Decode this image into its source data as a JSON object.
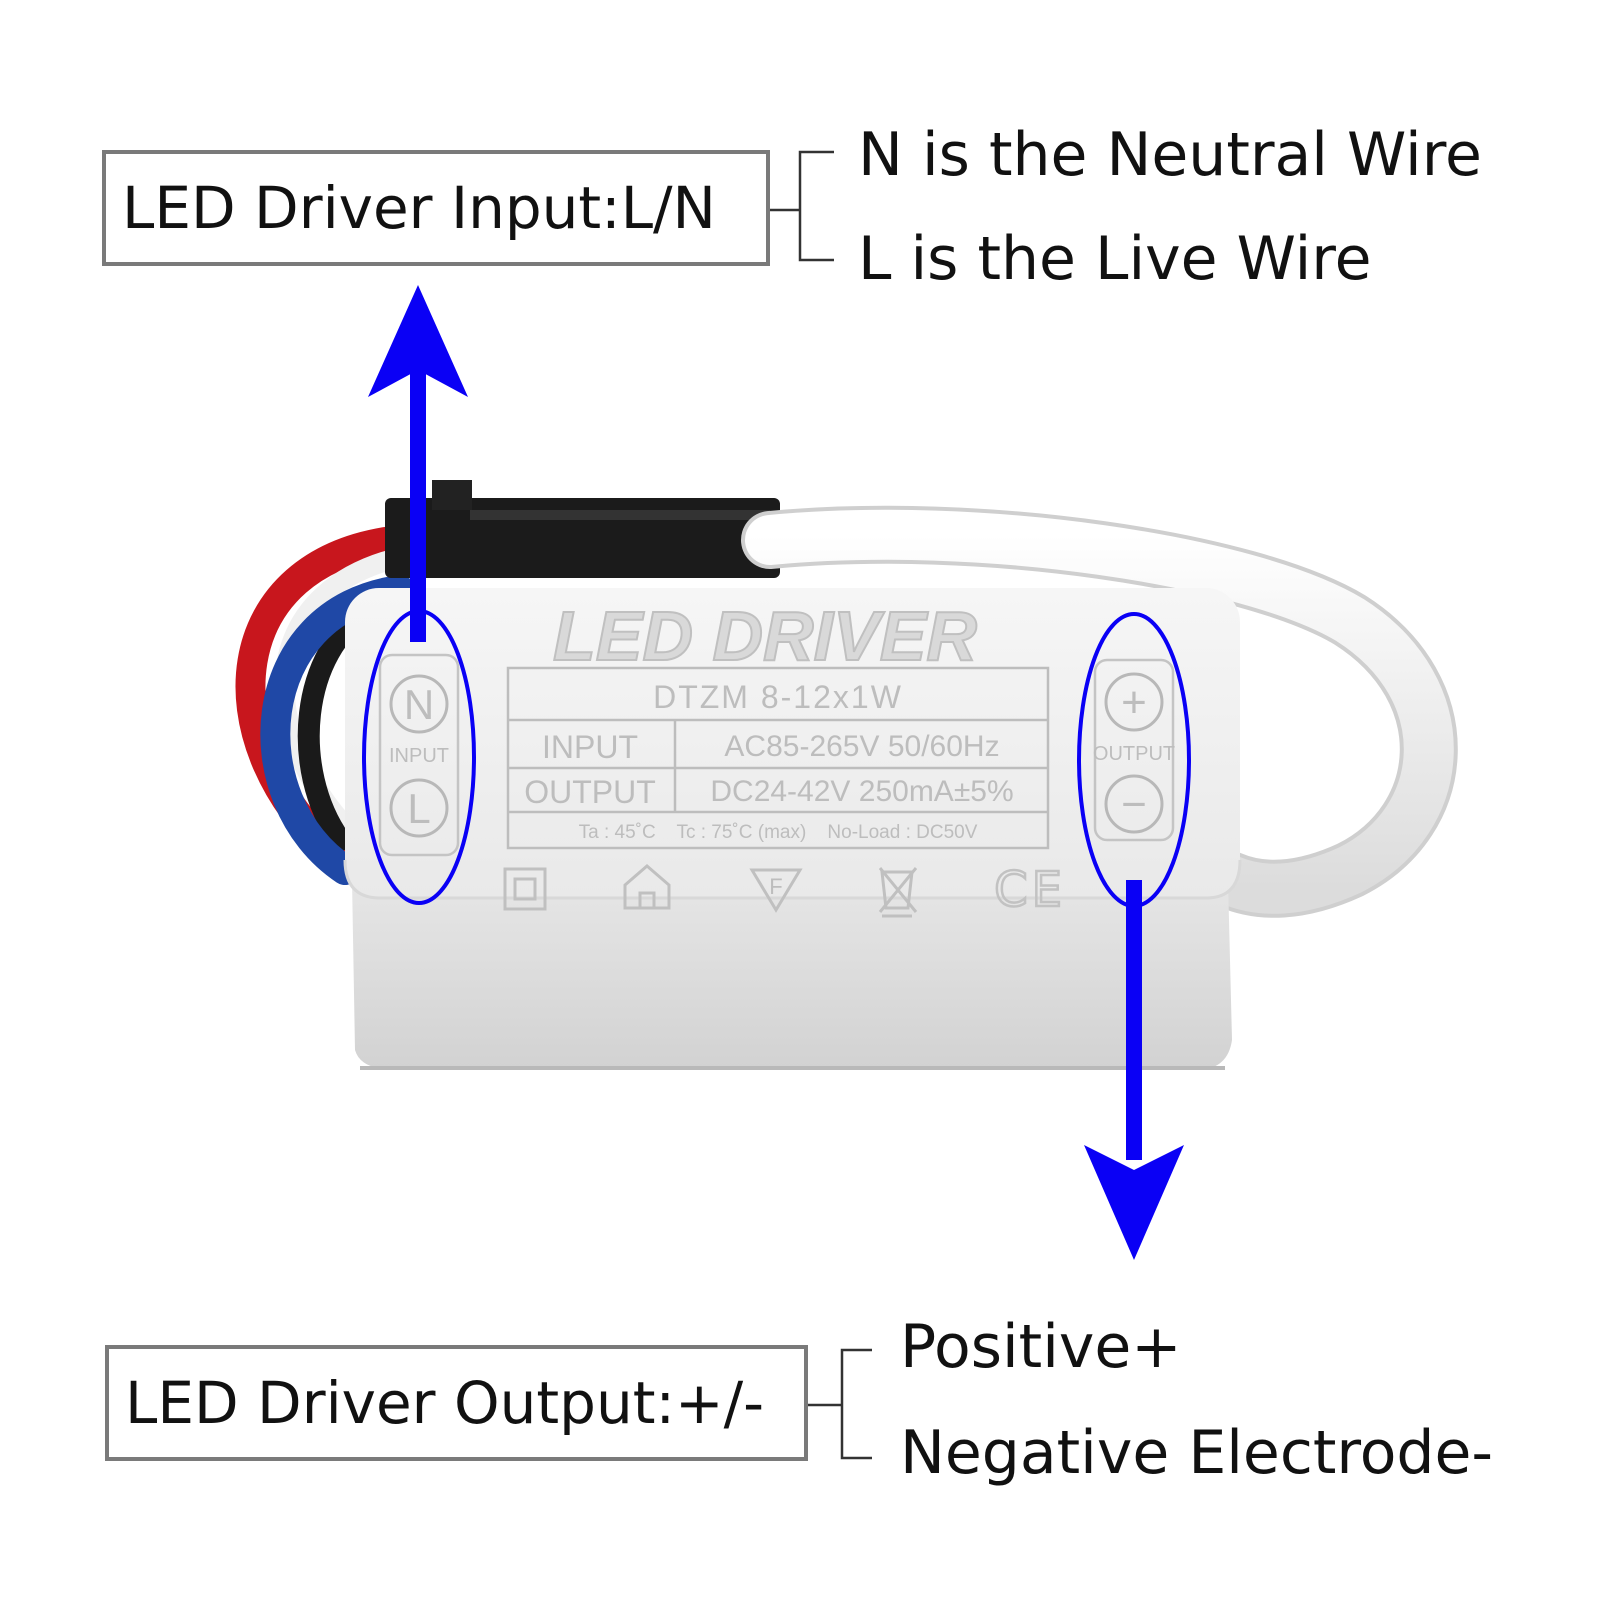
{
  "input_callout": {
    "title": "LED Driver Input:L/N",
    "items": [
      "N is the Neutral Wire",
      "L is the Live Wire"
    ]
  },
  "output_callout": {
    "title": "LED Driver Output:+/-",
    "items": [
      "Positive+",
      "Negative Electrode-"
    ]
  },
  "device": {
    "brand": "LED DRIVER",
    "model": "DTZM  8-12x1W",
    "specs": [
      {
        "label": "INPUT",
        "value": "AC85-265V 50/60Hz"
      },
      {
        "label": "OUTPUT",
        "value": "DC24-42V 250mA±5%"
      }
    ],
    "ratings": "Ta : 45˚C    Tc : 75˚C (max)    No-Load : DC50V",
    "input_terminal": {
      "label": "INPUT",
      "top": "N",
      "bottom": "L"
    },
    "output_terminal": {
      "label": "OUTPUT",
      "top": "+",
      "bottom": "−"
    },
    "ce_mark": "CE",
    "f_mark": "F"
  },
  "colors": {
    "highlight": "#0a00f5",
    "box_border": "#7a7a7a",
    "case": "#ececec",
    "wire_red": "#c8161d",
    "wire_blue": "#1f48a6",
    "wire_white": "#f6f6f6"
  }
}
